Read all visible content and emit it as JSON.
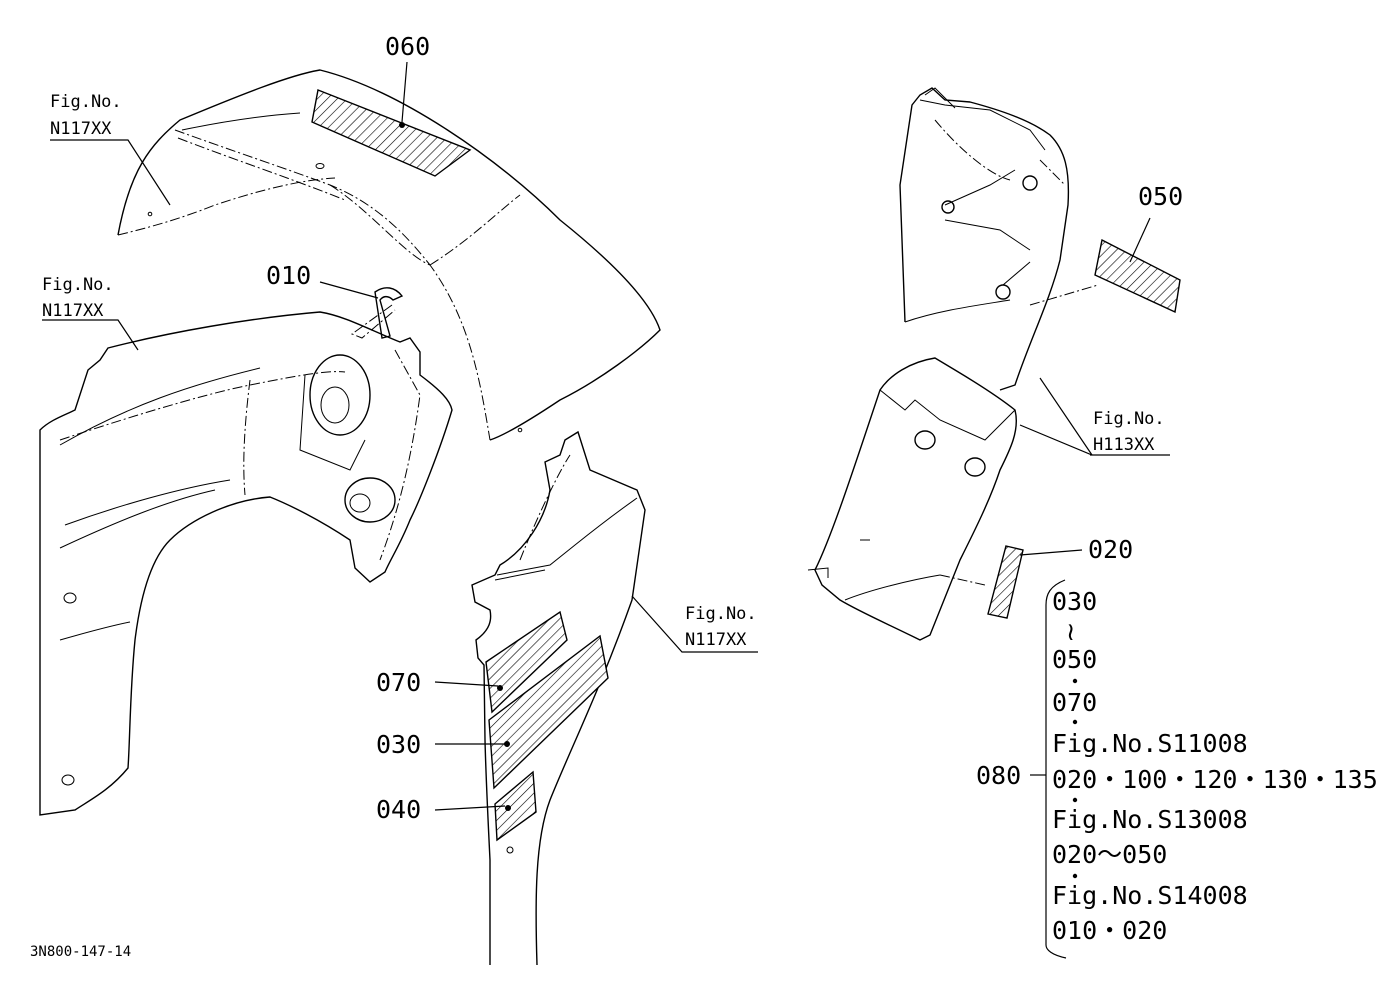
{
  "figure_refs": {
    "top_left": {
      "line1": "Fig.No.",
      "line2": "N117XX"
    },
    "mid_left": {
      "line1": "Fig.No.",
      "line2": "N117XX"
    },
    "center": {
      "line1": "Fig.No.",
      "line2": "N117XX"
    },
    "right": {
      "line1": "Fig.No.",
      "line2": "H113XX"
    }
  },
  "part_labels": {
    "p060": "060",
    "p010": "010",
    "p050": "050",
    "p020": "020",
    "p070": "070",
    "p030": "030",
    "p040": "040",
    "p080": "080"
  },
  "kit_list": [
    "030",
    "≀",
    "050",
    "070",
    "Fig.No.S11008",
    "020・100・120・130・135",
    "Fig.No.S13008",
    "020〜050",
    "Fig.No.S14008",
    "010・020"
  ],
  "diagram_code": "3N800-147-14"
}
